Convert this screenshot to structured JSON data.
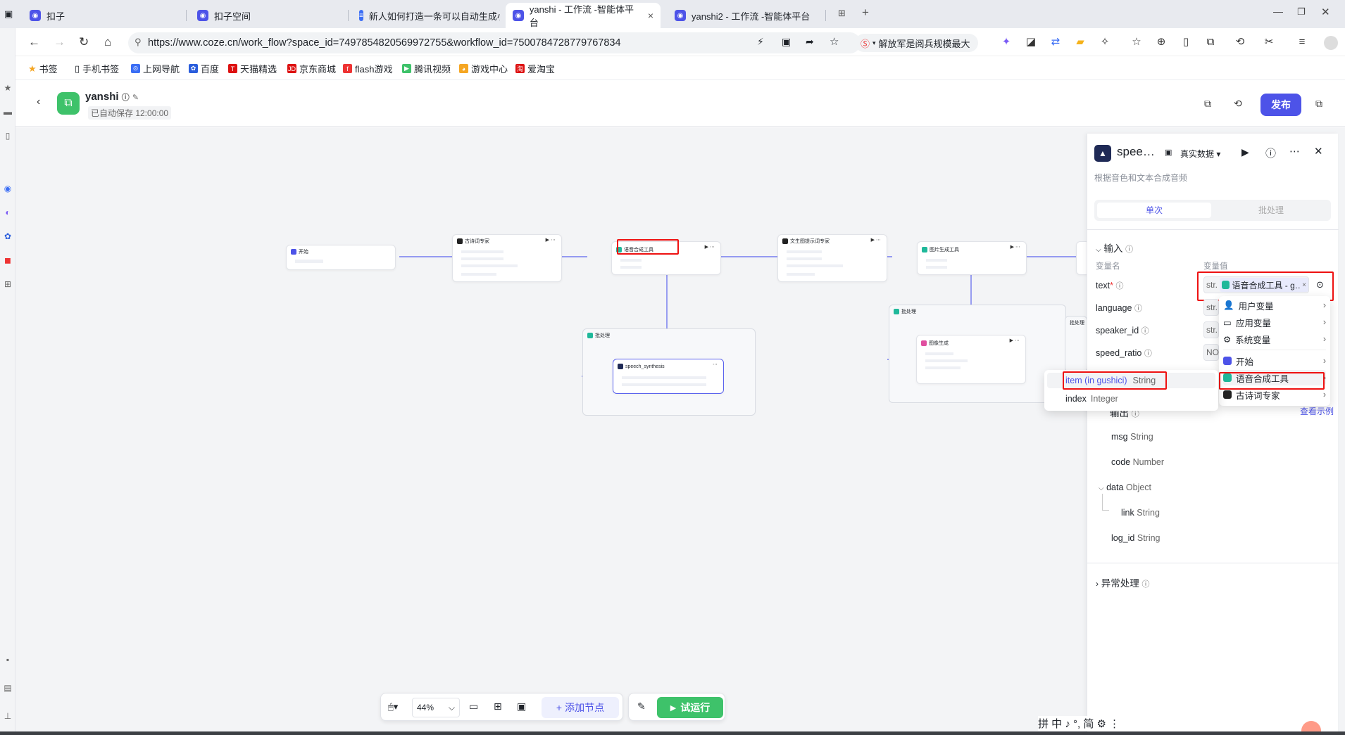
{
  "tabs": [
    {
      "label": "扣子"
    },
    {
      "label": "扣子空间"
    },
    {
      "label": "新人如何打造一条可以自动生成小"
    },
    {
      "label": "yanshi - 工作流 -智能体平台"
    },
    {
      "label": "yanshi2 - 工作流 -智能体平台"
    }
  ],
  "tab_close": "×",
  "url": "https://www.coze.cn/work_flow?space_id=7497854820569972755&workflow_id=7500784728779767834",
  "news": "解放军是阅兵规模最大",
  "bookmarks": [
    "书签",
    "手机书签",
    "上网导航",
    "百度",
    "天猫精选",
    "京东商城",
    "flash游戏",
    "腾讯视频",
    "游戏中心",
    "爱淘宝"
  ],
  "app": {
    "name": "yanshi",
    "autosave": "已自动保存 12:00:00",
    "publish": "发布"
  },
  "nodes": {
    "start": "开始",
    "poem": "古诗词专家",
    "tts": "语音合成工具",
    "text2img": "文生图提示词专家",
    "imggen": "图片生成工具",
    "batch": "批处理",
    "speech": "speech_synthesis",
    "imgtask": "图像生成"
  },
  "panel": {
    "title": "spee…",
    "data_mode": "真实数据",
    "desc": "根据音色和文本合成音频",
    "tab_single": "单次",
    "tab_batch": "批处理",
    "input_section": "输入",
    "col_name": "变量名",
    "col_value": "变量值",
    "params": [
      "text",
      "language",
      "speaker_id",
      "speed_ratio"
    ],
    "params_required": "*",
    "param_type_abbr": "str.",
    "speed_box": "NO",
    "text_ref": "语音合成工具 - g…",
    "output_section": "输出",
    "example": "查看示例",
    "outputs": [
      {
        "name": "msg",
        "type": "String"
      },
      {
        "name": "code",
        "type": "Number"
      },
      {
        "name": "data",
        "type": "Object"
      },
      {
        "name": "link",
        "type": "String"
      },
      {
        "name": "log_id",
        "type": "String"
      }
    ],
    "error_section": "异常处理"
  },
  "menu": [
    "用户变量",
    "应用变量",
    "系统变量",
    "开始",
    "语音合成工具",
    "古诗词专家"
  ],
  "submenu": [
    {
      "name": "item (in gushici)",
      "type": "String"
    },
    {
      "name": "index",
      "type": "Integer"
    }
  ],
  "toolbar": {
    "zoom": "44%",
    "add_node": "添加节点",
    "run": "试运行"
  },
  "ime": "拼 中 ♪ °, 简 ⚙ ⋮",
  "colors": {
    "primary": "#4d53e8",
    "run": "#3ec26a",
    "highlight": "#e11111"
  }
}
